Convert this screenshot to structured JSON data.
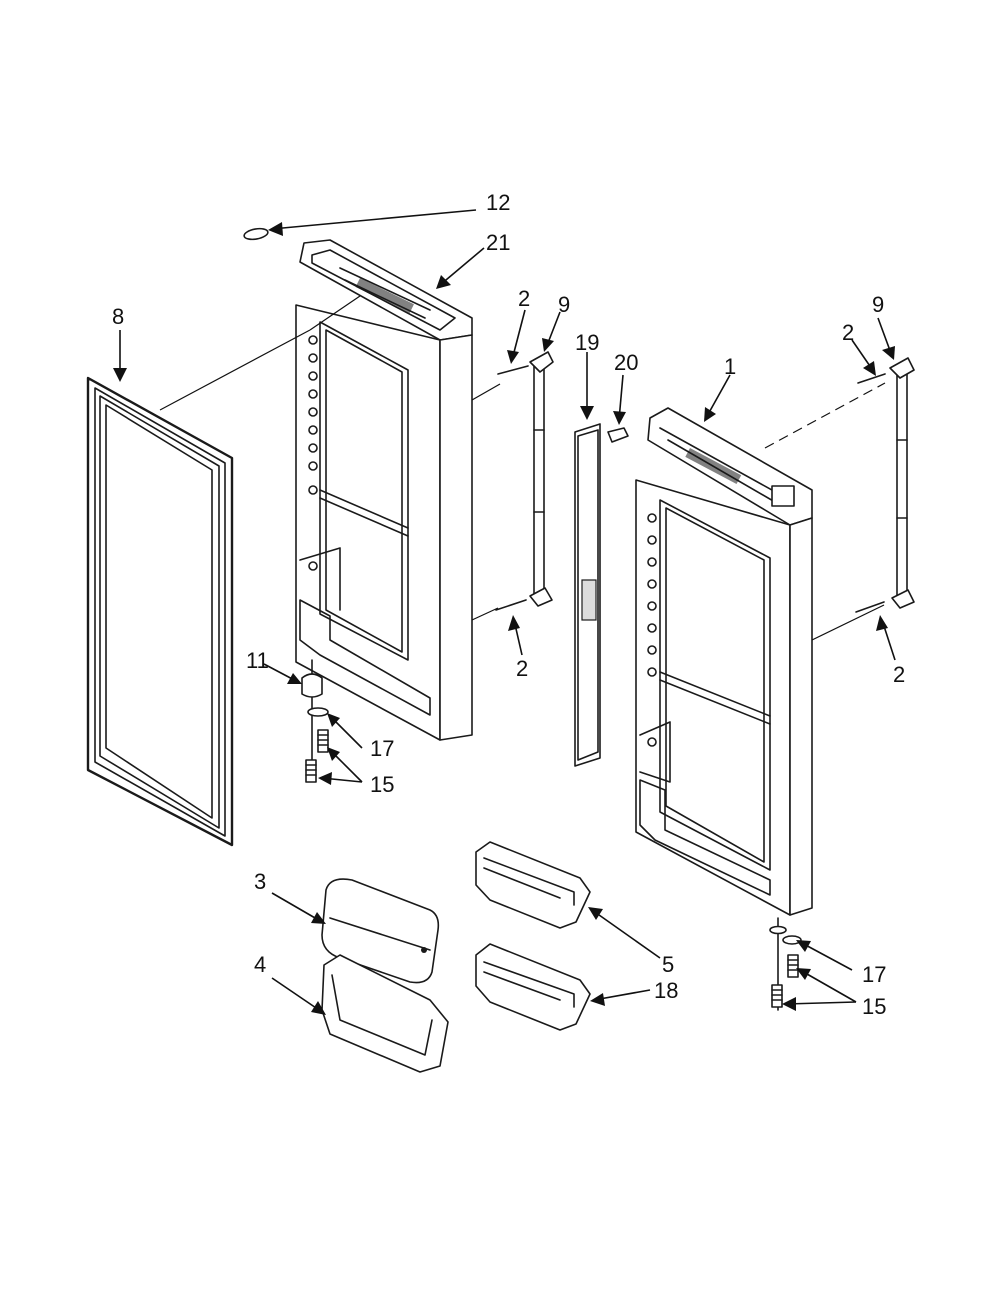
{
  "callouts": {
    "c12": "12",
    "c21": "21",
    "c8": "8",
    "c2a": "2",
    "c9a": "9",
    "c19": "19",
    "c20": "20",
    "c1": "1",
    "c9b": "9",
    "c2b": "2",
    "c2c": "2",
    "c2d": "2",
    "c11": "11",
    "c17a": "17",
    "c15a": "15",
    "c3": "3",
    "c4": "4",
    "c5": "5",
    "c18": "18",
    "c17b": "17",
    "c15b": "15"
  }
}
